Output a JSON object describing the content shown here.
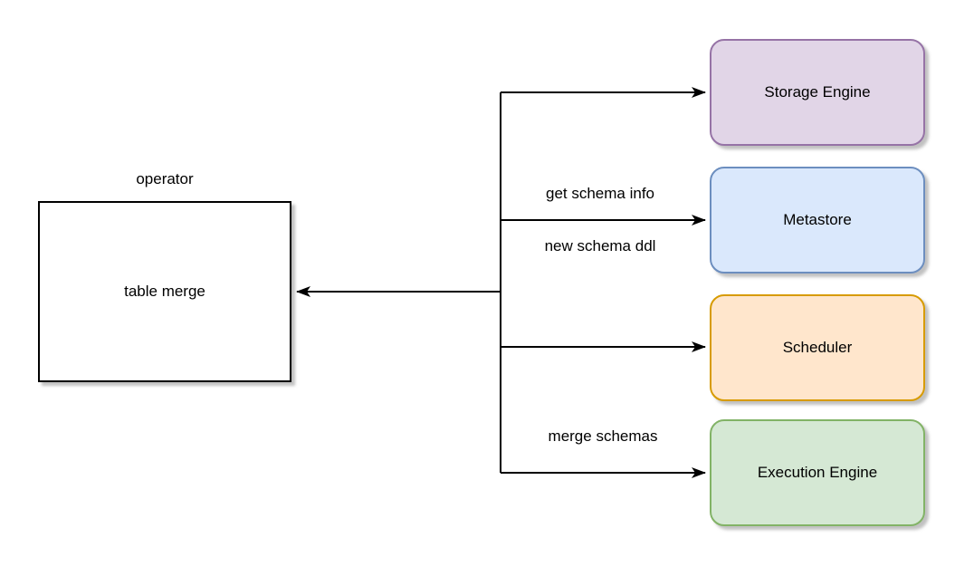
{
  "diagram": {
    "background_color": "#ffffff",
    "line_color": "#000000",
    "operator_label": "operator",
    "main_node": {
      "label": "table merge",
      "fill": "#ffffff",
      "border": "#000000"
    },
    "nodes": [
      {
        "id": "storage-engine",
        "label": "Storage Engine",
        "fill": "#e1d5e7",
        "border": "#9673a6"
      },
      {
        "id": "metastore",
        "label": "Metastore",
        "fill": "#dae8fc",
        "border": "#6c8ebf"
      },
      {
        "id": "scheduler",
        "label": "Scheduler",
        "fill": "#ffe6cc",
        "border": "#d79b00"
      },
      {
        "id": "execution-engine",
        "label": "Execution Engine",
        "fill": "#d5e8d4",
        "border": "#82b366"
      }
    ],
    "edge_labels": [
      {
        "id": "get-schema-info",
        "text": "get schema info"
      },
      {
        "id": "new-schema-ddl",
        "text": "new schema ddl"
      },
      {
        "id": "merge-schemas",
        "text": "merge schemas"
      }
    ]
  }
}
